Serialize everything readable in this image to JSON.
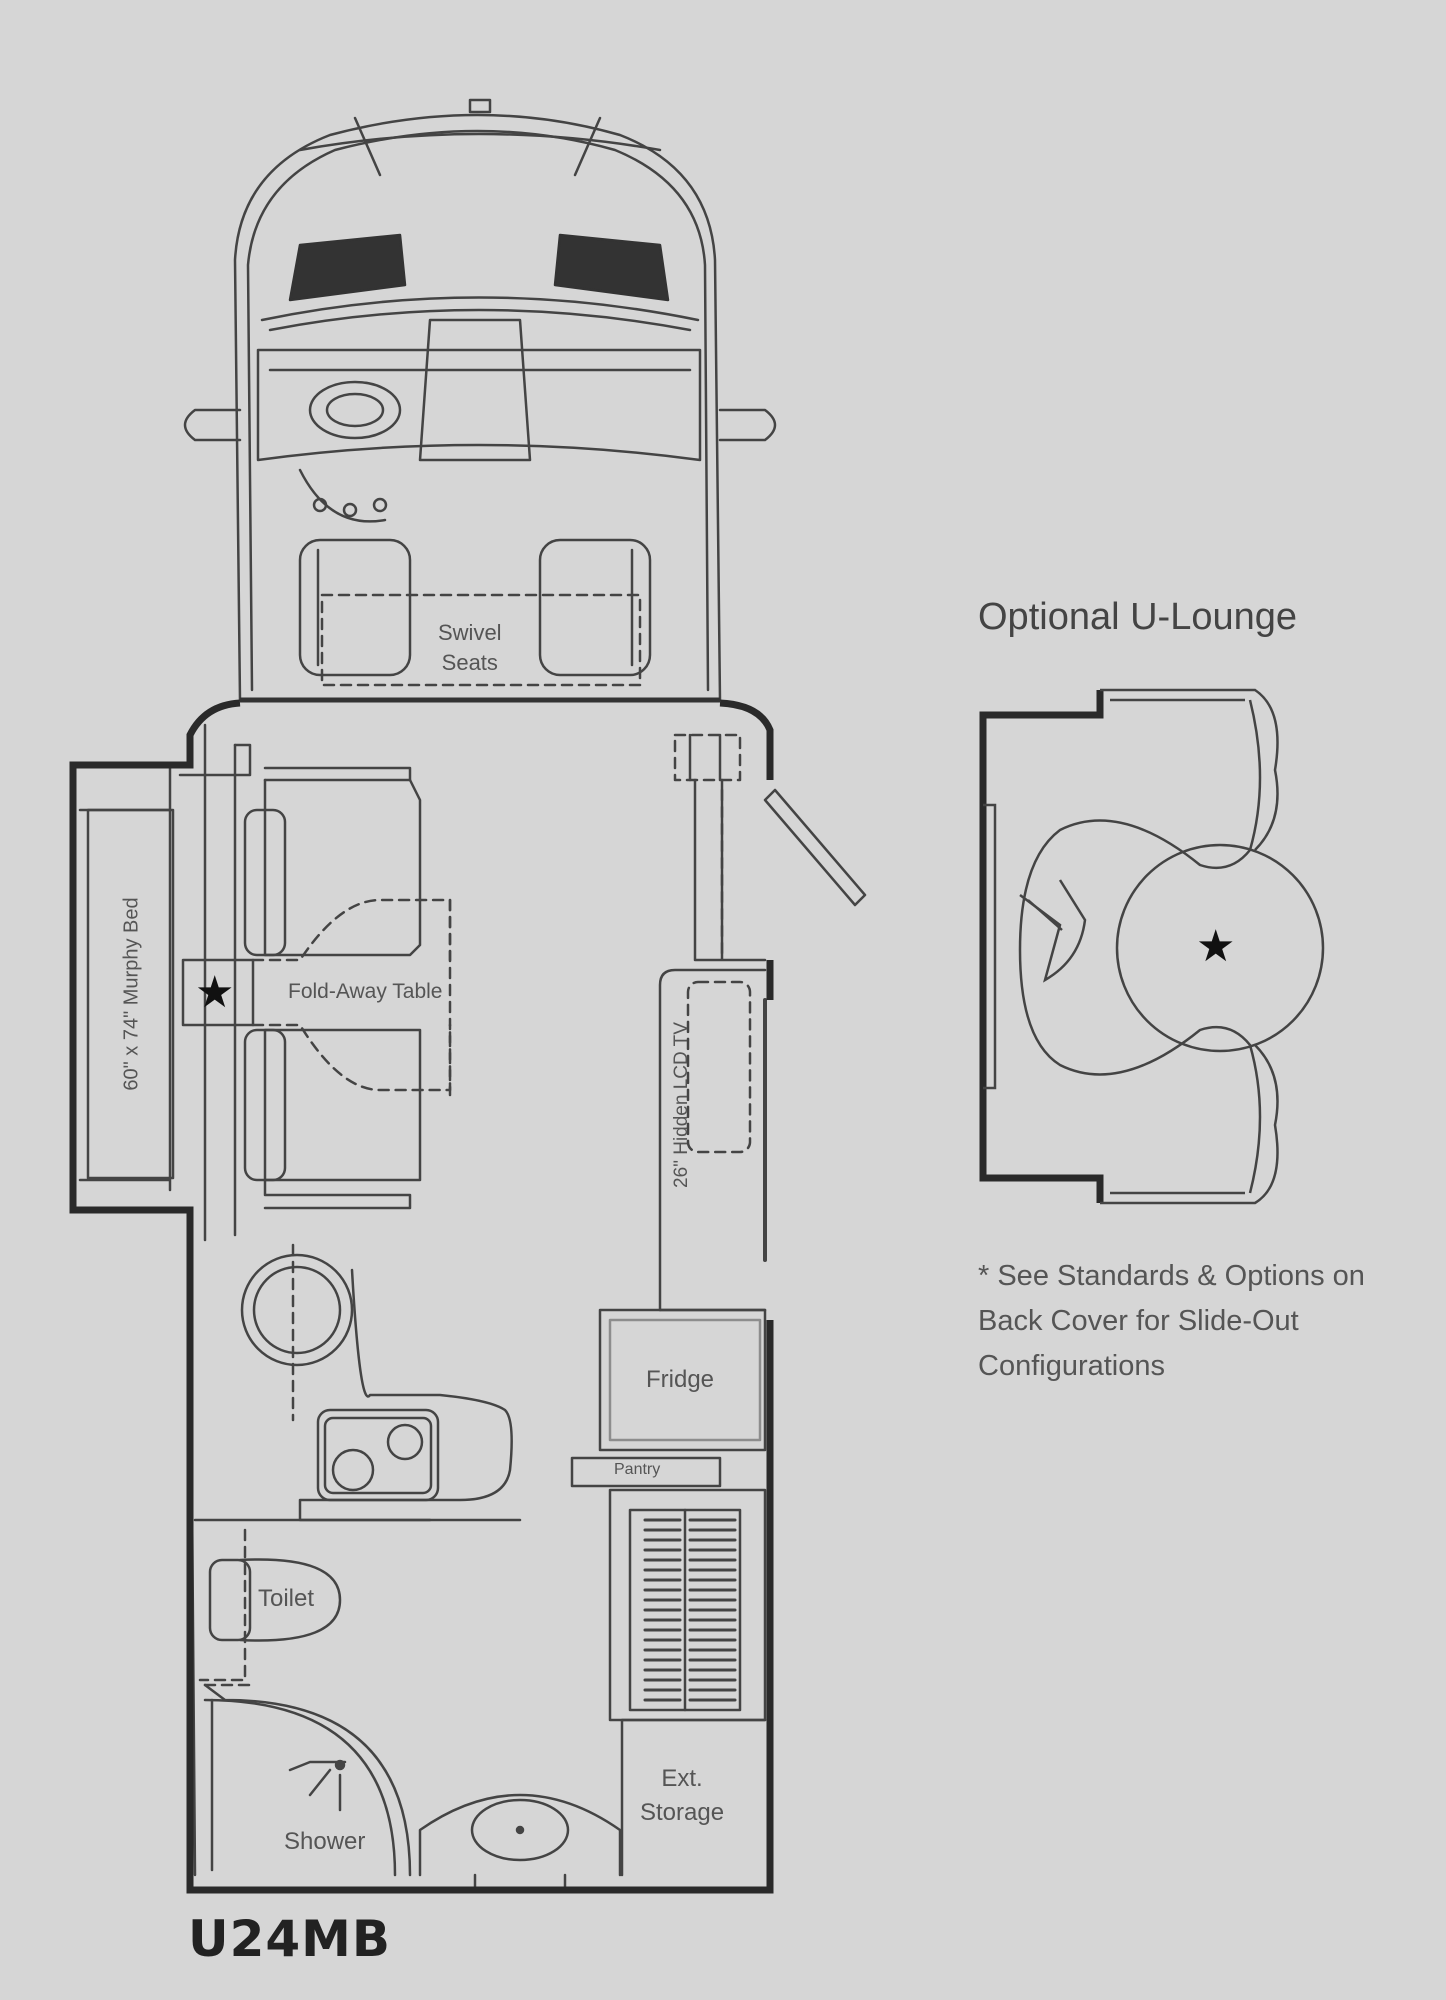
{
  "model_name": "U24MB",
  "labels": {
    "swivel_seats": [
      "Swivel",
      "Seats"
    ],
    "murphy_bed": "60\" x 74\" Murphy Bed",
    "fold_away_table": "Fold-Away Table",
    "hidden_tv": "26\" Hidden LCD TV",
    "fridge": "Fridge",
    "pantry": "Pantry",
    "toilet": "Toilet",
    "shower": "Shower",
    "ext_storage": [
      "Ext.",
      "Storage"
    ]
  },
  "optional": {
    "title": "Optional U-Lounge",
    "note": "* See Standards & Options on Back Cover for Slide-Out Configurations"
  },
  "icons": {
    "star": "★"
  },
  "colors": {
    "background": "#d6d6d6",
    "wall": "#2a2a2a",
    "line": "#444444"
  }
}
